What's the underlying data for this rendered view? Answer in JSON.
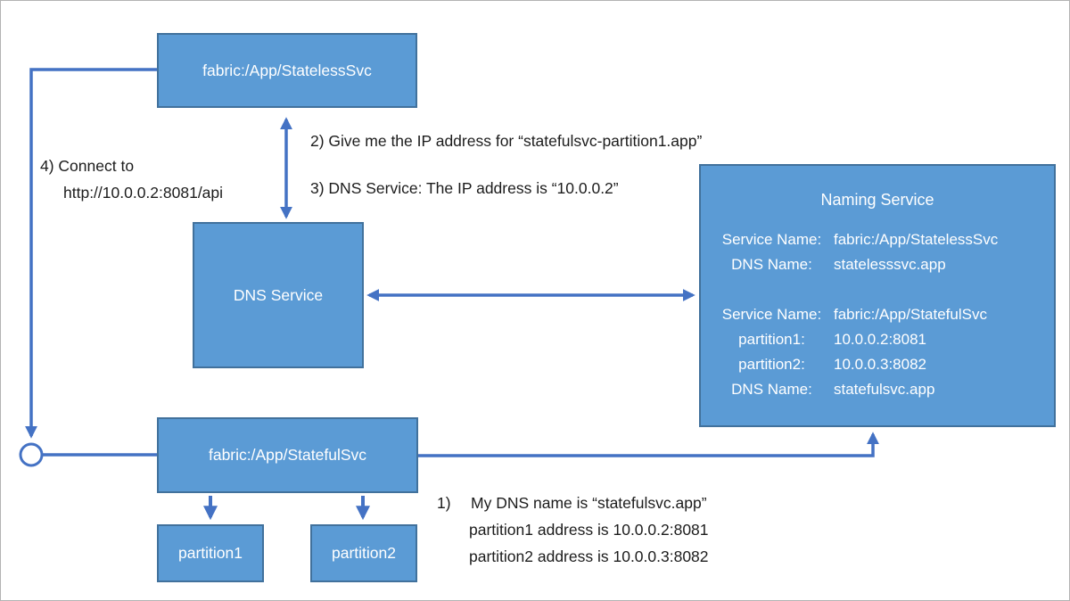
{
  "palette": {
    "box_fill": "#5b9bd5",
    "box_border": "#41719c",
    "box_text": "#ffffff",
    "arrow_color": "#4472c4"
  },
  "boxes": {
    "stateless": {
      "label": "fabric:/App/StatelessSvc"
    },
    "dns": {
      "label": "DNS Service"
    },
    "stateful": {
      "label": "fabric:/App/StatefulSvc"
    },
    "partition1": {
      "label": "partition1"
    },
    "partition2": {
      "label": "partition2"
    }
  },
  "naming_service": {
    "title": "Naming Service",
    "rows": [
      {
        "label": "Service Name:",
        "value": "fabric:/App/StatelessSvc"
      },
      {
        "label": "DNS Name:",
        "value": "statelesssvc.app"
      },
      {
        "label": "",
        "value": ""
      },
      {
        "label": "Service Name:",
        "value": "fabric:/App/StatefulSvc"
      },
      {
        "label": "partition1:",
        "value": "10.0.0.2:8081"
      },
      {
        "label": "partition2:",
        "value": "10.0.0.3:8082"
      },
      {
        "label": "DNS Name:",
        "value": "statefulsvc.app"
      }
    ]
  },
  "annotations": {
    "step1": {
      "marker": "1)",
      "line1": "My DNS name is “statefulsvc.app”",
      "line2": "partition1 address is 10.0.0.2:8081",
      "line3": "partition2 address is 10.0.0.3:8082"
    },
    "step2": "2) Give me the IP address for “statefulsvc-partition1.app”",
    "step3": "3) DNS Service: The IP address is “10.0.0.2”",
    "step4": {
      "line1": "4) Connect to",
      "line2": "http://10.0.0.2:8081/api"
    }
  }
}
